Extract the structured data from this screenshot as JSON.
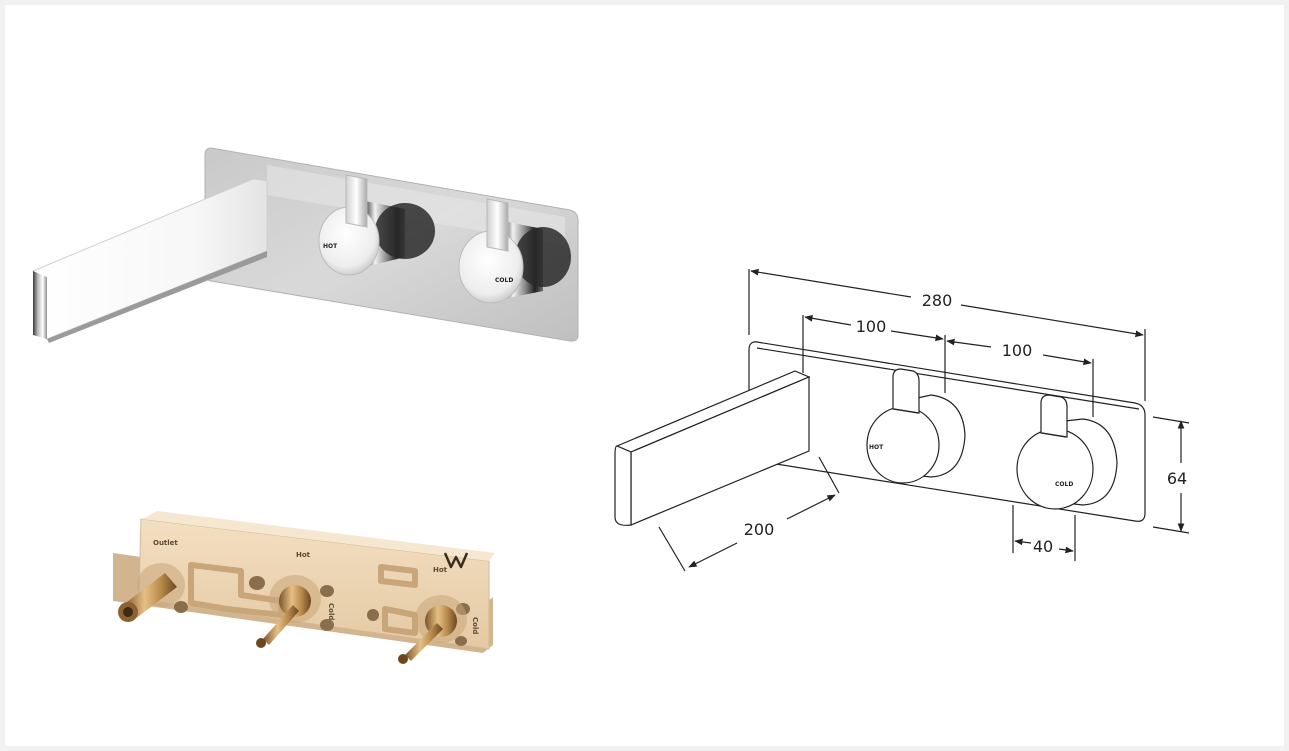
{
  "product": {
    "render_labels": {
      "hot": "HOT",
      "cold": "COLD"
    }
  },
  "rough_in_kit": {
    "labels": {
      "outlet": "Outlet",
      "hot_1": "Hot",
      "cold_1": "Cold",
      "hot_2": "Hot",
      "cold_2": "Cold"
    }
  },
  "drawing": {
    "dimensions": {
      "overall_width": "280",
      "spacing_1": "100",
      "spacing_2": "100",
      "spout_length": "200",
      "plate_height": "64",
      "knob_depth": "40"
    },
    "knob_labels": {
      "hot": "HOT",
      "cold": "COLD"
    }
  },
  "colors": {
    "chrome_plate": "#cfcfcf",
    "kit_body": "#ecd5b4",
    "brass": "#b88a4a",
    "line": "#222222"
  }
}
